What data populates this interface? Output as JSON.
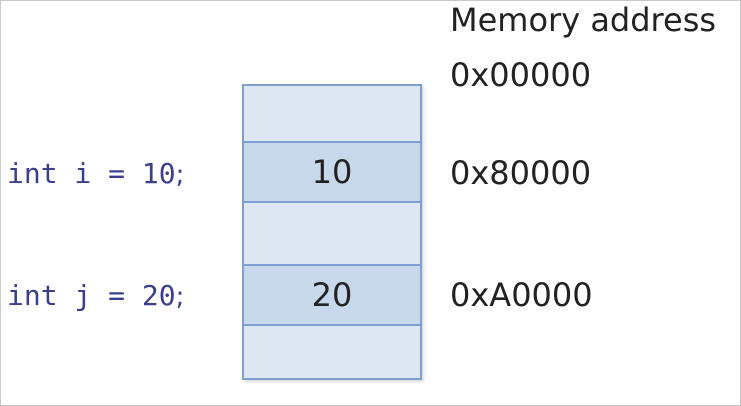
{
  "diagram": {
    "title": "Memory address",
    "top_address": "0x00000",
    "variables": [
      {
        "code": "int i = 10",
        "terminator": ";",
        "value": "10",
        "address": "0x80000"
      },
      {
        "code": "int j = 20",
        "terminator": ";",
        "value": "20",
        "address": "0xA0000"
      }
    ]
  },
  "colors": {
    "code_text": "#3a3f8f",
    "cell_border": "#7f9fd0",
    "column_fill": "#dce7f2",
    "cell_fill": "#c6d8ea"
  }
}
